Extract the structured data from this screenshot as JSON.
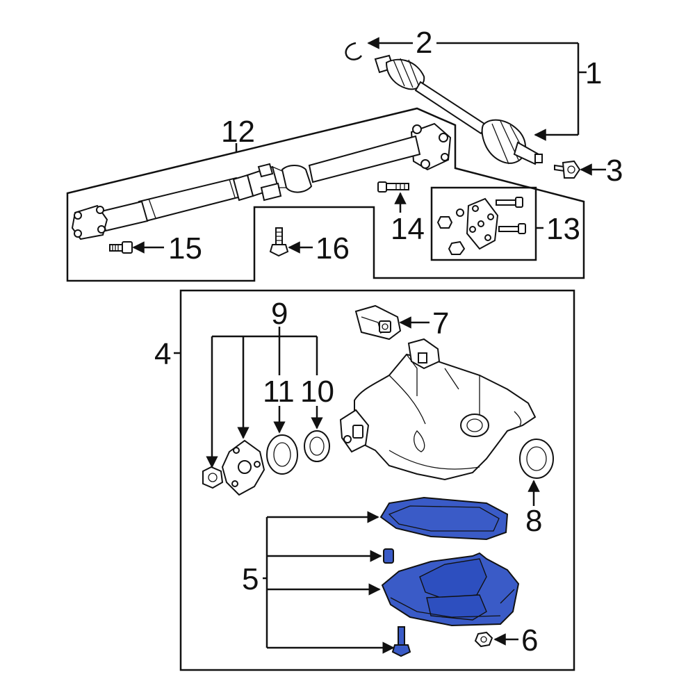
{
  "diagram": {
    "highlight_color": "#3a5bc7",
    "callouts": {
      "c1": "1",
      "c2": "2",
      "c3": "3",
      "c4": "4",
      "c5": "5",
      "c6": "6",
      "c7": "7",
      "c8": "8",
      "c9": "9",
      "c10": "10",
      "c11": "11",
      "c12": "12",
      "c13": "13",
      "c14": "14",
      "c15": "15",
      "c16": "16"
    }
  }
}
